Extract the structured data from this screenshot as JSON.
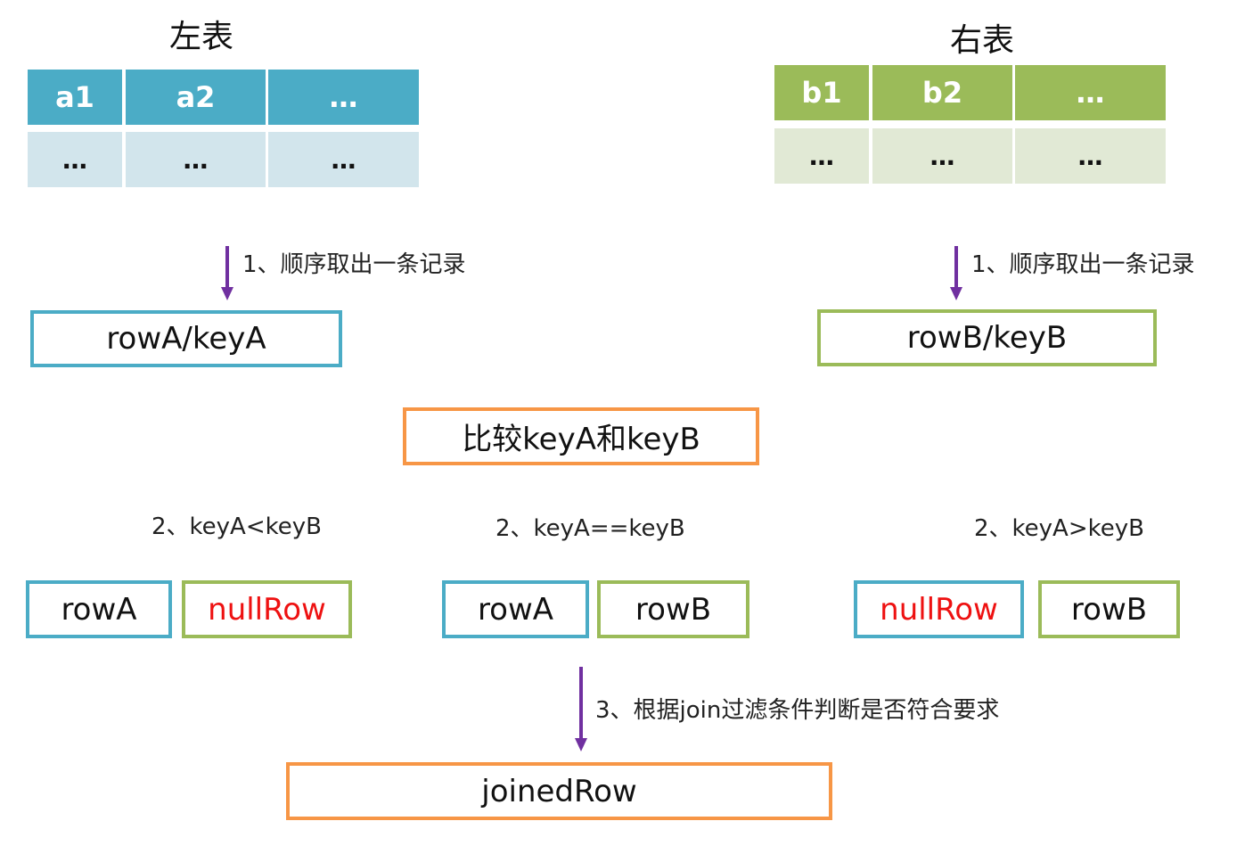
{
  "left_table": {
    "title": "左表",
    "headers": [
      "a1",
      "a2",
      "…"
    ],
    "row": [
      "…",
      "…",
      "…"
    ],
    "header_color": "#4bacc6",
    "row_color": "#d2e5ec"
  },
  "right_table": {
    "title": "右表",
    "headers": [
      "b1",
      "b2",
      "…"
    ],
    "row": [
      "…",
      "…",
      "…"
    ],
    "header_color": "#9bbb59",
    "row_color": "#e1e9d5"
  },
  "steps": {
    "fetch_left": "1、顺序取出一条记录",
    "fetch_right": "1、顺序取出一条记录",
    "lt": "2、keyA<keyB",
    "eq": "2、keyA==keyB",
    "gt": "2、keyA>keyB",
    "filter": "3、根据join过滤条件判断是否符合要求"
  },
  "boxes": {
    "row_a_key": "rowA/keyA",
    "row_b_key": "rowB/keyB",
    "compare": "比较keyA和keyB",
    "lt_left": "rowA",
    "lt_right": "nullRow",
    "eq_left": "rowA",
    "eq_right": "rowB",
    "gt_left": "nullRow",
    "gt_right": "rowB",
    "joined": "joinedRow"
  },
  "colors": {
    "left_accent": "#4bacc6",
    "right_accent": "#9bbb59",
    "compare_accent": "#f79646",
    "null_text": "#ee1111",
    "arrow": "#7030a0"
  }
}
